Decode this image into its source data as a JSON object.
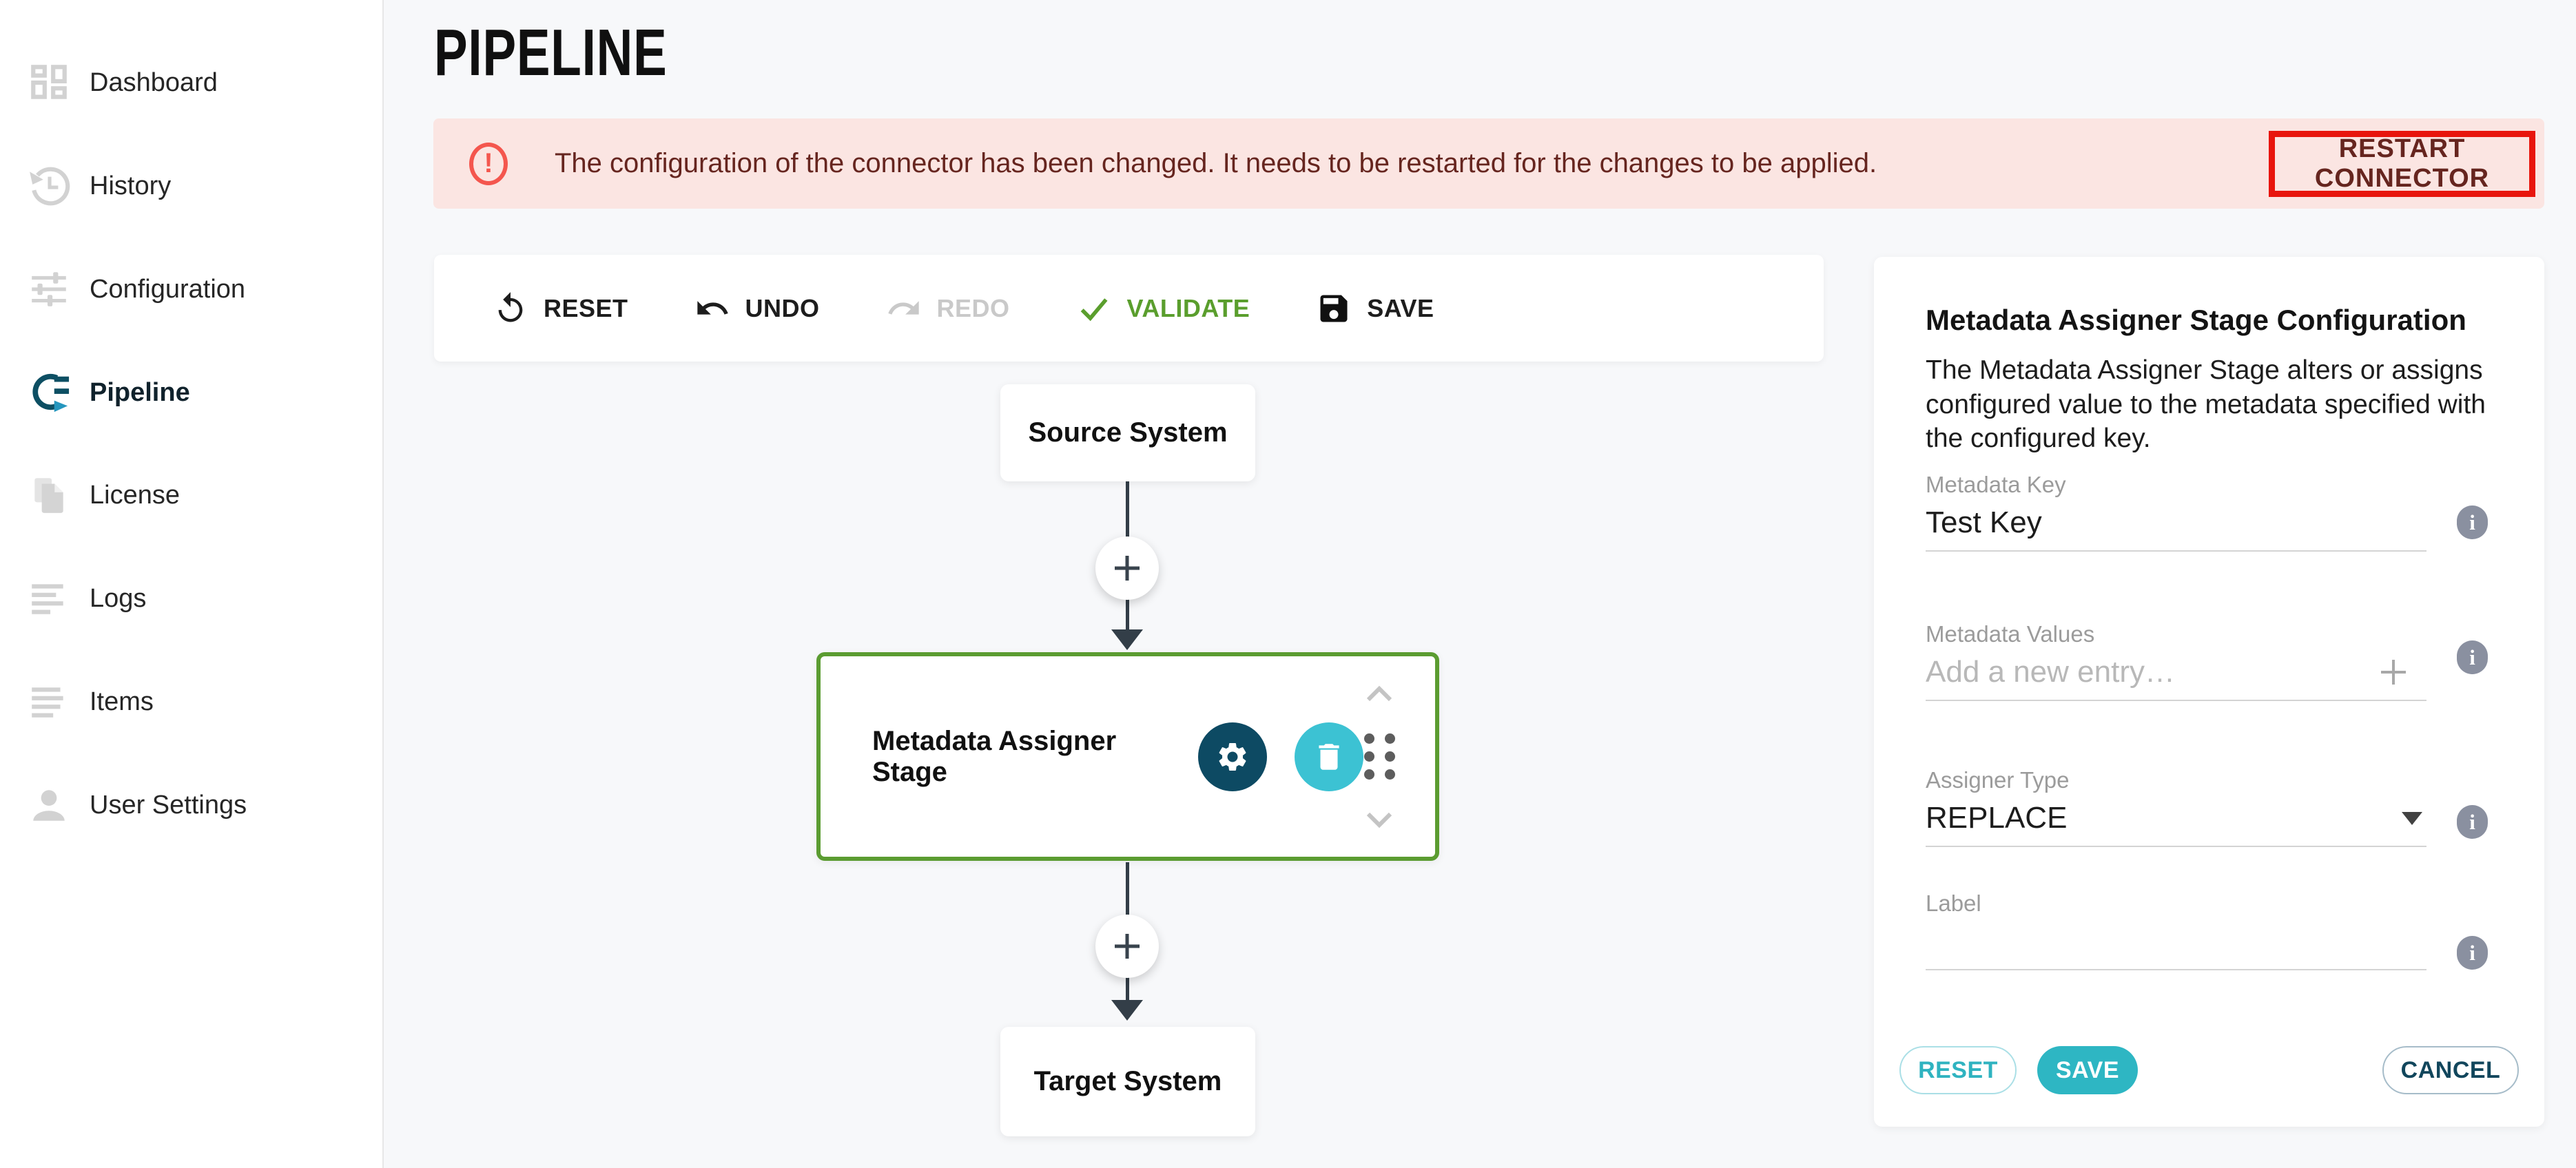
{
  "header": {
    "title": "PIPELINE"
  },
  "sidebar": {
    "items": [
      {
        "label": "Dashboard",
        "active": false
      },
      {
        "label": "History",
        "active": false
      },
      {
        "label": "Configuration",
        "active": false
      },
      {
        "label": "Pipeline",
        "active": true
      },
      {
        "label": "License",
        "active": false
      },
      {
        "label": "Logs",
        "active": false
      },
      {
        "label": "Items",
        "active": false
      },
      {
        "label": "User Settings",
        "active": false
      }
    ]
  },
  "banner": {
    "message": "The configuration of the connector has been changed. It needs to be restarted for the changes to be applied.",
    "action_label": "RESTART CONNECTOR",
    "bg_color": "#fbe5e2",
    "text_color": "#66251f",
    "icon_color": "#f4564e",
    "highlight_box_color": "#e8150d"
  },
  "toolbar": {
    "reset_label": "RESET",
    "undo_label": "UNDO",
    "redo_label": "REDO",
    "validate_label": "VALIDATE",
    "save_label": "SAVE",
    "validate_color": "#5a9e2d",
    "disabled_color": "#c9c9c9"
  },
  "pipeline": {
    "source_node_label": "Source System",
    "stage_node_label": "Metadata Assigner Stage",
    "target_node_label": "Target System",
    "stage_border_color": "#5b9c31",
    "gear_button_color": "#0d4a63",
    "delete_button_color": "#3cc2d3"
  },
  "config_panel": {
    "title": "Metadata Assigner Stage Configuration",
    "description": "The Metadata Assigner Stage alters or assigns configured value to the metadata specified with the configured key.",
    "fields": {
      "metadata_key": {
        "label": "Metadata Key",
        "value": "Test Key"
      },
      "metadata_values": {
        "label": "Metadata Values",
        "placeholder": "Add a new entry…"
      },
      "assigner_type": {
        "label": "Assigner Type",
        "value": "REPLACE"
      },
      "label_field": {
        "label": "Label",
        "value": ""
      }
    },
    "buttons": {
      "reset": "RESET",
      "save": "SAVE",
      "cancel": "CANCEL"
    },
    "accent_color": "#2eb6c3",
    "info_icon": "i"
  }
}
